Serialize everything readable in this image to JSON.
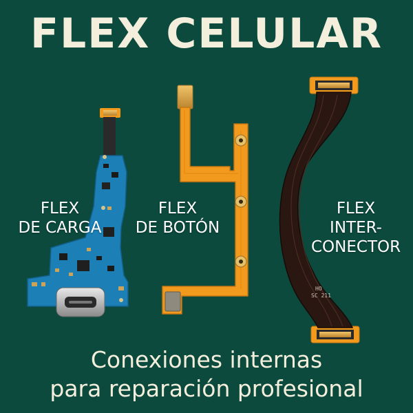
{
  "header": {
    "title": "FLEX CELULAR"
  },
  "labels": {
    "carga": {
      "line1": "FLEX",
      "line2": "DE CARGA"
    },
    "boton": {
      "line1": "FLEX",
      "line2": "DE BOTÓN"
    },
    "interconector": {
      "line1": "FLEX",
      "line2": "INTER-",
      "line3": "CONECTOR"
    }
  },
  "cable_marking": {
    "line1": "HO",
    "line2": "SC 211"
  },
  "footer": {
    "line1": "Conexiones internas",
    "line2": "para reparación profesional"
  },
  "colors": {
    "background": "#0c4a3e",
    "heading": "#f3efdc",
    "flex_orange": "#f29a1e",
    "pcb_blue": "#1c7fb5",
    "cable_dark": "#2a1712",
    "gold_contact": "#d6a243"
  },
  "icons": {
    "charging_flex": "charging-port-flex-icon",
    "button_flex": "button-flex-icon",
    "interconnect_flex": "interconnect-flex-icon"
  }
}
